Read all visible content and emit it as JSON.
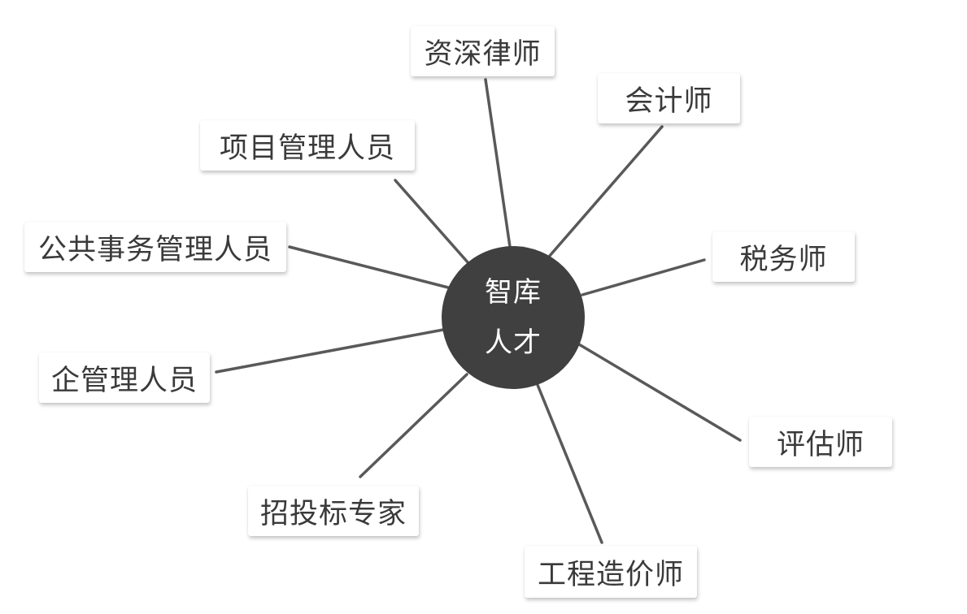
{
  "hub": {
    "line1": "智库",
    "line2": "人才"
  },
  "nodes": [
    {
      "label": "资深律师"
    },
    {
      "label": "会计师"
    },
    {
      "label": "税务师"
    },
    {
      "label": "评估师"
    },
    {
      "label": "工程造价师"
    },
    {
      "label": "招投标专家"
    },
    {
      "label": "企管理人员"
    },
    {
      "label": "公共事务管理人员"
    },
    {
      "label": "项目管理人员"
    }
  ],
  "colors": {
    "hub_fill": "#404040",
    "connector": "#595959",
    "node_text": "#3a3a3a",
    "hub_text": "#ffffff"
  }
}
